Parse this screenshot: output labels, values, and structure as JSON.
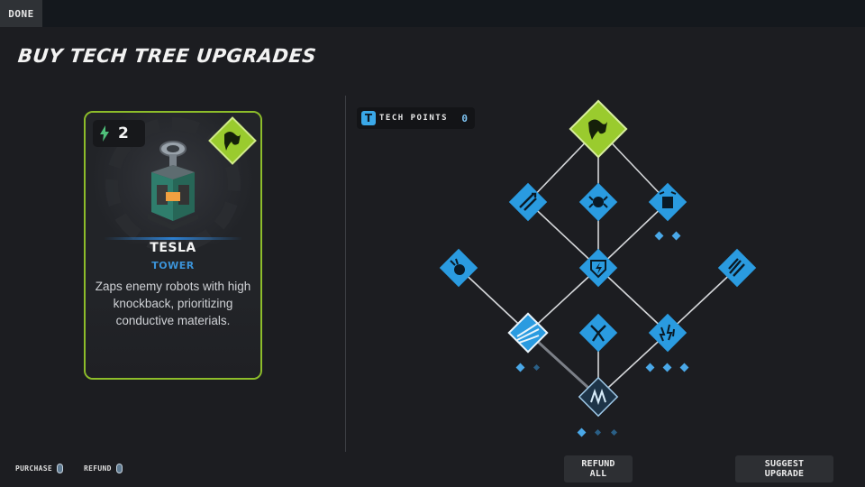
{
  "topbar": {
    "done_label": "DONE"
  },
  "page": {
    "title": "BUY TECH TREE UPGRADES"
  },
  "card": {
    "cost": "2",
    "name": "TESLA",
    "type": "TOWER",
    "description": "Zaps enemy robots with high knockback, prioritizing conductive materials.",
    "border_color": "#8dbd2a",
    "type_color": "#3b93d8",
    "cost_icon": "lightning-bolt-icon",
    "class_icon": "tesla-class-icon"
  },
  "tech_points": {
    "icon_letter": "T",
    "label": "TECH POINTS",
    "value": "0"
  },
  "tree": {
    "colors": {
      "node_blue": "#2a9be0",
      "node_root": "#9acb2e",
      "line": "#d5d7da",
      "pip": "#4aa8e8",
      "pip_dim": "#2a5f86"
    },
    "nodes": [
      {
        "id": "root",
        "icon": "tesla-root-icon",
        "state": "owned"
      },
      {
        "id": "t1-left",
        "icon": "arrows-icon",
        "state": "available"
      },
      {
        "id": "t1-mid",
        "icon": "robot-burst-icon",
        "state": "available"
      },
      {
        "id": "t1-right",
        "icon": "tower-boost-icon",
        "state": "available"
      },
      {
        "id": "t2-far-left",
        "icon": "splash-icon",
        "state": "available"
      },
      {
        "id": "t2-mid",
        "icon": "shield-bolt-icon",
        "state": "available"
      },
      {
        "id": "t2-far-right",
        "icon": "claw-icon",
        "state": "available"
      },
      {
        "id": "t3-left",
        "icon": "shockwave-icon",
        "state": "selected"
      },
      {
        "id": "t3-mid",
        "icon": "chain-bolt-icon",
        "state": "available"
      },
      {
        "id": "t3-right",
        "icon": "sparks-icon",
        "state": "available"
      },
      {
        "id": "bottom",
        "icon": "coil-icon",
        "state": "locked"
      }
    ],
    "pips": [
      {
        "node": "t1-right",
        "filled": [
          true,
          true
        ]
      },
      {
        "node": "t3-left",
        "filled": [
          true,
          false
        ]
      },
      {
        "node": "t3-right",
        "filled": [
          true,
          true,
          true
        ]
      },
      {
        "node": "bottom",
        "filled": [
          true,
          false,
          false
        ]
      }
    ]
  },
  "footer": {
    "purchase_label": "PURCHASE",
    "refund_label": "REFUND",
    "refund_all_label": "REFUND ALL",
    "suggest_label": "SUGGEST UPGRADE"
  }
}
